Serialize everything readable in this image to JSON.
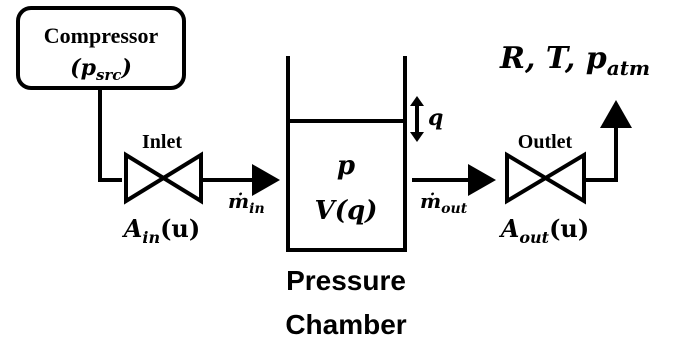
{
  "compressor": {
    "title": "Compressor",
    "param_open": "(",
    "param_var": "p",
    "param_sub": "src",
    "param_close": ")"
  },
  "inlet": {
    "label": "Inlet",
    "area_var": "A",
    "area_sub": "in",
    "area_arg": "(u)"
  },
  "flow_in": {
    "var": "ṁ",
    "sub": "in"
  },
  "chamber": {
    "pressure_var": "p",
    "volume_label": "V(q)",
    "piston_var": "q",
    "name_line1": "Pressure",
    "name_line2": "Chamber"
  },
  "flow_out": {
    "var": "ṁ",
    "sub": "out"
  },
  "outlet": {
    "label": "Outlet",
    "area_var": "A",
    "area_sub": "out",
    "area_arg": "(u)"
  },
  "ambient": {
    "r": "R",
    "sep1": ", ",
    "t": "T",
    "sep2": ", ",
    "p": "p",
    "p_sub": "atm"
  }
}
